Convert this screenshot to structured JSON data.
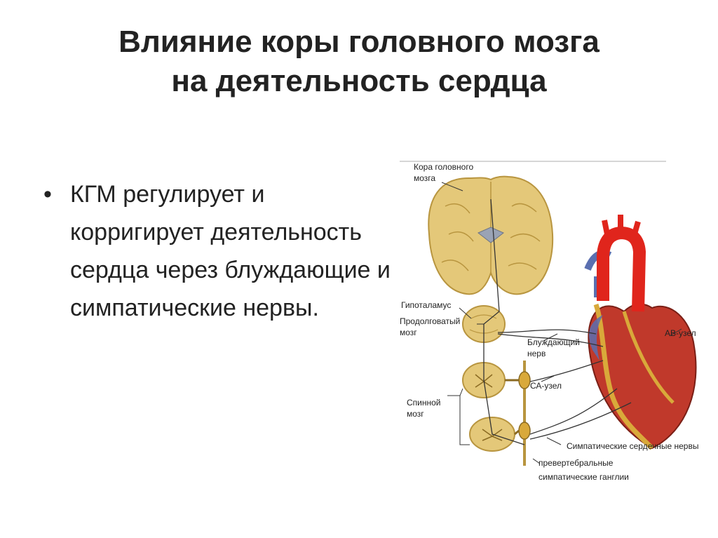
{
  "slide": {
    "title_line1": "Влияние коры головного мозга",
    "title_line2": "на деятельность сердца",
    "bullets": [
      "КГМ регулирует и корригирует деятельность сердца через блуждающие и симпатические нервы."
    ]
  },
  "figure": {
    "labels": {
      "cortex_1": "Кора головного",
      "cortex_2": "мозга",
      "hypothalamus": "Гипоталамус",
      "medulla_1": "Продолговатый",
      "medulla_2": "мозг",
      "vagus_1": "Блуждающий",
      "vagus_2": "нерв",
      "sa_node": "СА-узел",
      "av_node": "АВ-узел",
      "spinal_1": "Спинной",
      "spinal_2": "мозг",
      "symp_nerves": "Симпатические сердечные нервы",
      "ganglia_1": "превертебральные",
      "ganglia_2": "симпатические ганглии"
    },
    "colors": {
      "brain": "#e4c879",
      "brain_dark": "#b8953f",
      "heart": "#c0392b",
      "heart_fat": "#d9a93a",
      "aorta": "#e0251c",
      "vein": "#5a6fb0",
      "nerve": "#333333"
    }
  }
}
